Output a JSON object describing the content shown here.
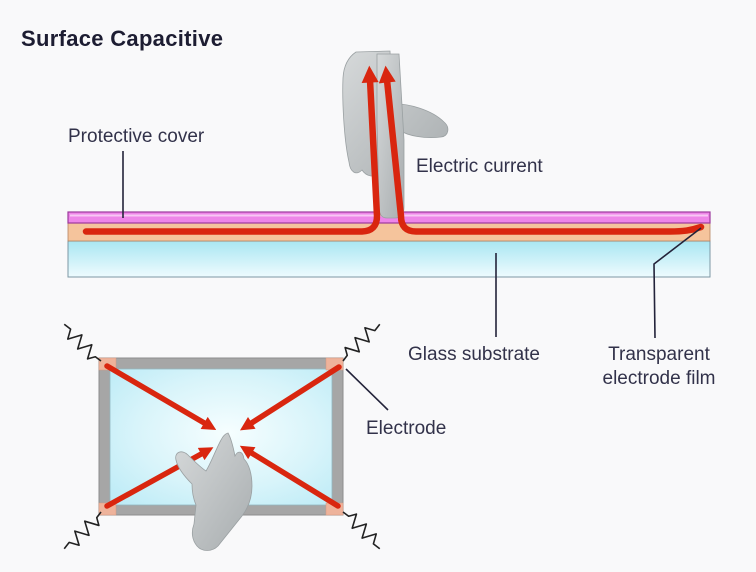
{
  "title": "Surface Capacitive",
  "labels": {
    "protective_cover": "Protective cover",
    "electric_current": "Electric current",
    "glass_substrate": "Glass substrate",
    "transparent_electrode_film_line1": "Transparent",
    "transparent_electrode_film_line2": "electrode film",
    "electrode": "Electrode"
  },
  "icons": {
    "touching-hand-icon": "hand with finger touching panel from above",
    "pointing-hand-icon": "hand pointing at screen center",
    "resistor-icon": "zigzag resistor symbol at each screen corner",
    "current-arrow-icon": "red arrow showing electric current flow"
  },
  "colors": {
    "background": "#f9f9fa",
    "protective_cover_fill": "#ee85e8",
    "protective_cover_border": "#9c3a9c",
    "electrode_film_fill": "#f5c49c",
    "current_red": "#d9260f",
    "glass_cyan": "#a9e6f2",
    "screen_frame_gray": "#a6a6a6",
    "corner_pad_salmon": "#eeb39b",
    "hand_gray": "#c3c7c9",
    "resistor_black": "#222222",
    "label_text": "#32324a"
  }
}
